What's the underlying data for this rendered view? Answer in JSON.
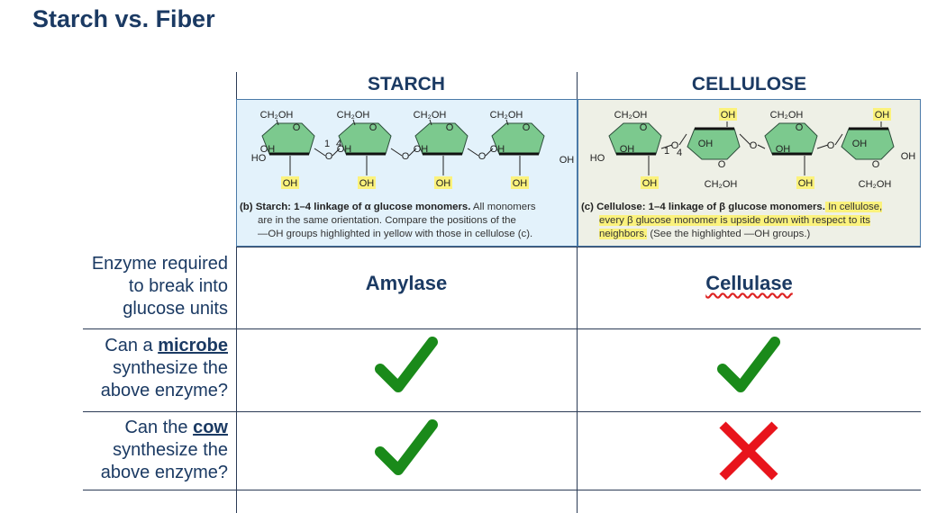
{
  "title": "Starch vs. Fiber",
  "columns": {
    "starch": "STARCH",
    "cellulose": "CELLULOSE"
  },
  "diagram": {
    "ch2oh": "CH₂OH",
    "oh": "OH",
    "ho": "HO",
    "o": "O",
    "n1": "1",
    "n4": "4"
  },
  "captions": {
    "starch_bold": "(b) Starch: 1–4 linkage of α glucose monomers.",
    "starch_rest1": " All monomers",
    "starch_rest2": "are in the same orientation. Compare the positions of the",
    "starch_rest3": "—OH groups highlighted in yellow with those in cellulose (c).",
    "cellulose_bold": "(c) Cellulose: 1–4 linkage of β glucose monomers.",
    "cellulose_hl1": " In cellulose,",
    "cellulose_hl2": "every β glucose monomer is upside down with respect to its",
    "cellulose_hl3": "neighbors.",
    "cellulose_rest": " (See the highlighted —OH groups.)"
  },
  "rows": [
    {
      "label_lines": [
        "Enzyme required",
        "to break into",
        "glucose units"
      ],
      "starch": "Amylase",
      "cellulose": "Cellulase"
    },
    {
      "label_pre": "Can a ",
      "label_keyword": "microbe",
      "label_lines": [
        "synthesize the",
        "above enzyme?"
      ],
      "starch": "yes",
      "cellulose": "yes"
    },
    {
      "label_pre": "Can the ",
      "label_keyword": "cow",
      "label_lines": [
        "synthesize the",
        "above enzyme?"
      ],
      "starch": "yes",
      "cellulose": "no"
    }
  ],
  "colors": {
    "check": "#1a8a1a",
    "cross": "#e8141c",
    "ring": "#7cc98e",
    "highlight": "#fbf27c",
    "navy": "#1b3a63"
  }
}
